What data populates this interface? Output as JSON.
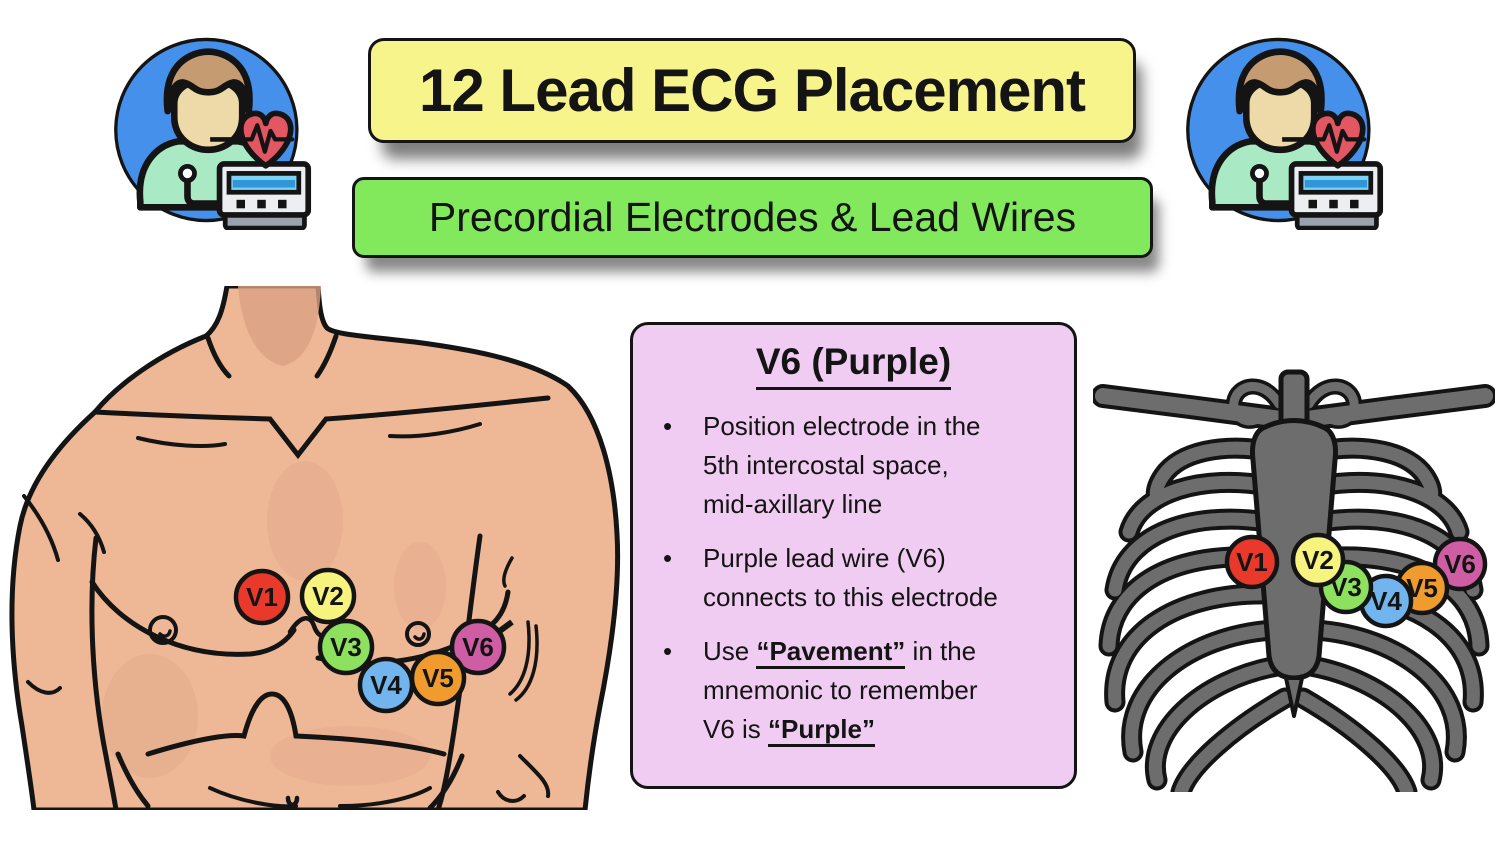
{
  "title_banner": {
    "text": "12 Lead ECG Placement"
  },
  "subtitle_banner": {
    "text": "Precordial Electrodes & Lead Wires"
  },
  "info_box": {
    "title": "V6 (Purple)",
    "bullets": [
      {
        "lines": [
          [
            {
              "text": "Position electrode in the"
            }
          ],
          [
            {
              "text": "5th intercostal space,"
            }
          ],
          [
            {
              "text": "mid-axillary line"
            }
          ]
        ]
      },
      {
        "lines": [
          [
            {
              "text": "Purple lead wire (V6)"
            }
          ],
          [
            {
              "text": "connects to this electrode"
            }
          ]
        ]
      },
      {
        "lines": [
          [
            {
              "text": "Use "
            },
            {
              "text": "“Pavement”",
              "emph": true
            },
            {
              "text": " in the"
            }
          ],
          [
            {
              "text": "mnemonic to remember"
            }
          ],
          [
            {
              "text": "V6 is "
            },
            {
              "text": "“Purple”",
              "emph": true
            }
          ]
        ]
      }
    ]
  },
  "electrodes": [
    {
      "label": "V1",
      "color": "#e8392b"
    },
    {
      "label": "V2",
      "color": "#f7f37f"
    },
    {
      "label": "V3",
      "color": "#8ee05f"
    },
    {
      "label": "V4",
      "color": "#72b5ee"
    },
    {
      "label": "V5",
      "color": "#f09b2e"
    },
    {
      "label": "V6",
      "color": "#ce5da4"
    }
  ],
  "icons": {
    "left": "patient-ecg-monitor-icon",
    "right": "patient-ecg-monitor-icon"
  },
  "colors": {
    "banner_yellow": "#f6f48b",
    "banner_green": "#83e95c",
    "info_pink": "#f1ccf2",
    "skin": "#eeb795",
    "skin_shade": "#d9a183",
    "bone_gray": "#6d6d6d",
    "outline": "#141414",
    "icon_blue": "#4490ea",
    "icon_shirt_green": "#a9e9c4",
    "icon_face": "#eedaa9",
    "icon_hair": "#c59b72",
    "icon_heart": "#e25761",
    "icon_screen": "#7fd0f2"
  }
}
